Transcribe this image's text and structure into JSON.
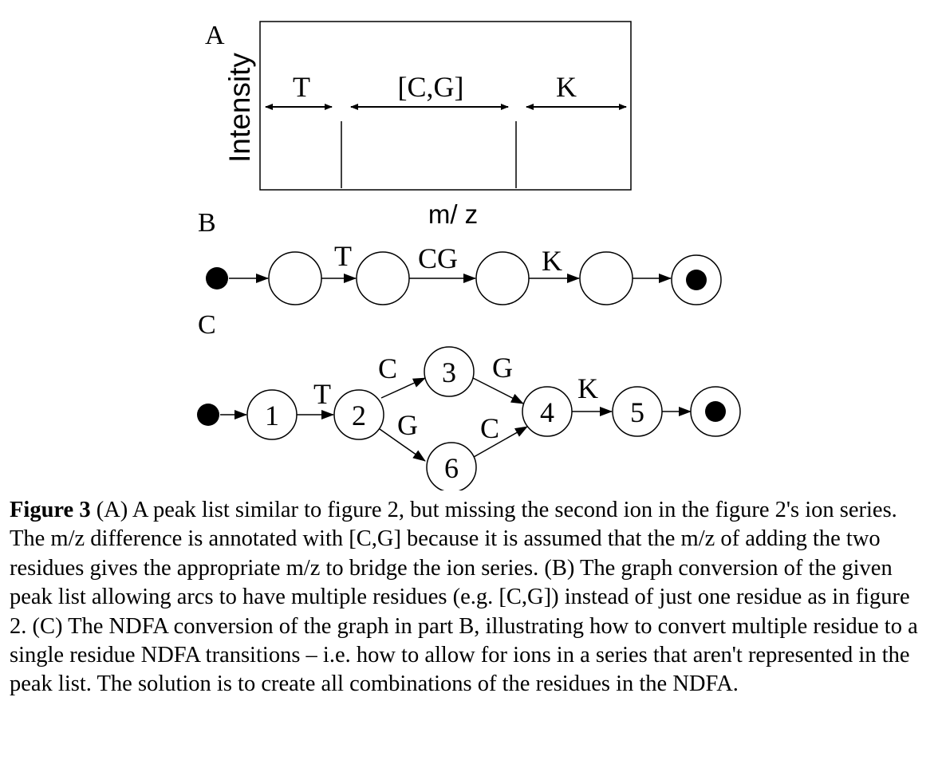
{
  "panel_a": {
    "label": "A",
    "ylabel": "Intensity",
    "xlabel": "m/ z",
    "spans": [
      "T",
      "[C,G]",
      "K"
    ]
  },
  "panel_b": {
    "label": "B",
    "arcs": [
      "T",
      "CG",
      "K"
    ]
  },
  "panel_c": {
    "label": "C",
    "nodes": [
      "1",
      "2",
      "3",
      "4",
      "5",
      "6"
    ],
    "arcs": [
      "T",
      "C",
      "G",
      "G",
      "C",
      "K"
    ]
  },
  "caption": {
    "label": "Figure 3",
    "text": " (A) A peak list similar to figure 2, but missing the second ion in the figure 2's ion series. The m/z difference is annotated with [C,G] because it is assumed that the m/z of adding the two residues gives the appropriate m/z to bridge the ion series. (B) The graph conversion of the given peak list allowing arcs to have multiple residues (e.g. [C,G]) instead of just one residue as in figure 2. (C) The NDFA conversion of the graph in part B, illustrating how to convert multiple residue to a single residue NDFA transitions – i.e. how to allow for ions in a series that aren't represented in the peak list. The solution is to create all combinations of the residues in the NDFA."
  }
}
